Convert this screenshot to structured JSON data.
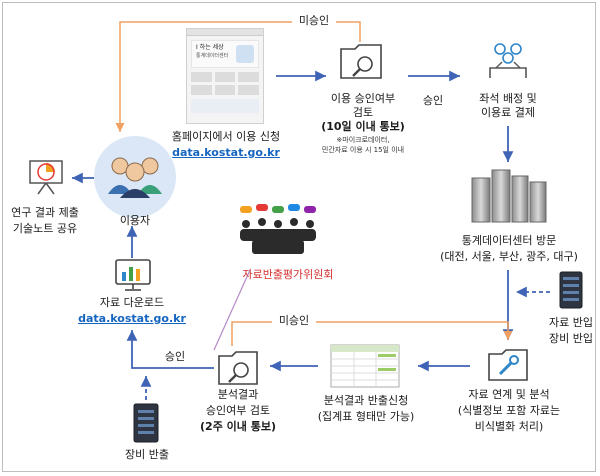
{
  "labels": {
    "unapproved_top": "미승인",
    "unapproved_mid": "미승인",
    "approve_1": "승인",
    "approve_2": "승인",
    "homepage_apply": "홈페이지에서 이용 신청",
    "site_url_1": "data.kostat.go.kr",
    "review_title_1": "이용 승인여부",
    "review_title_2": "검토",
    "review_days": "(10일 이내 통보)",
    "review_note_1": "※마이크로데이터,",
    "review_note_2": "민간자료 이용 시 15일 이내",
    "seat_1": "좌석 배정 및",
    "seat_2": "이용료 결제",
    "center_visit": "통계데이터센터 방문",
    "center_cities": "(대전, 서울, 부산, 광주, 대구)",
    "equip_in_1": "자료 반입",
    "equip_in_2": "장비 반입",
    "link_analysis_1": "자료 연계 및 분석",
    "link_analysis_2": "(식별정보 포함 자료는",
    "link_analysis_3": "비식별화 처리)",
    "export_request_1": "분석결과 반출신청",
    "export_request_2": "(집계표 형태만 가능)",
    "result_review_1": "분석결과",
    "result_review_2": "승인여부 검토",
    "result_review_3": "(2주 이내 통보)",
    "equip_out": "장비 반출",
    "committee": "자료반출평가위원회",
    "download_1": "자료 다운로드",
    "site_url_2": "data.kostat.go.kr",
    "user": "이용자",
    "research_1": "연구 결과 제출",
    "research_2": "기술노트 공유",
    "site_mock_1": "I 하는 세상",
    "site_mock_2": "통계데이터센터"
  },
  "colors": {
    "arrow_blue": "#3f63b5",
    "arrow_orange": "#f0a060",
    "arrow_purple": "#b48ac8",
    "url_blue": "#1565c0",
    "committee_red": "#d32f2f",
    "user_circle": "#dbe7f6"
  },
  "icons": [
    "folder-search-icon",
    "hands-people-icon",
    "server-icon",
    "server-rack-icon",
    "folder-wrench-icon",
    "table-sheet-icon",
    "presentation-icon",
    "chart-monitor-icon",
    "people-group-icon"
  ]
}
